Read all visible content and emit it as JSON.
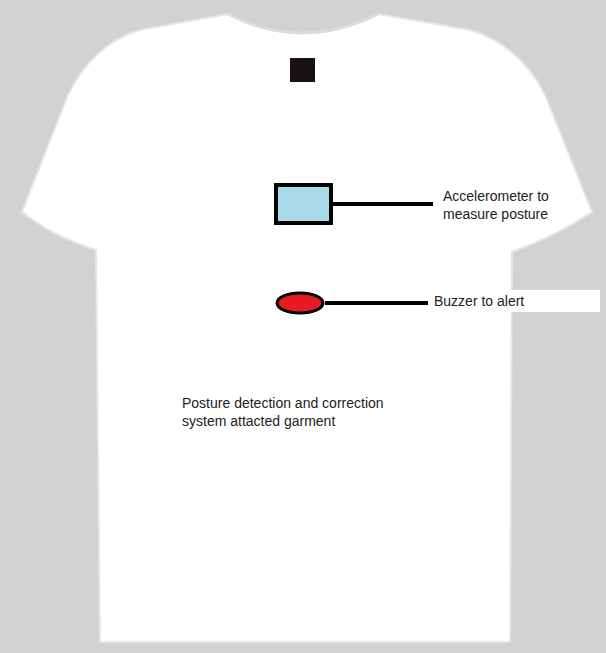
{
  "diagram": {
    "labels": [
      "Accelerometer to measure posture",
      "Buzzer to alert",
      "Posture detection and correction system attacted garment"
    ]
  }
}
